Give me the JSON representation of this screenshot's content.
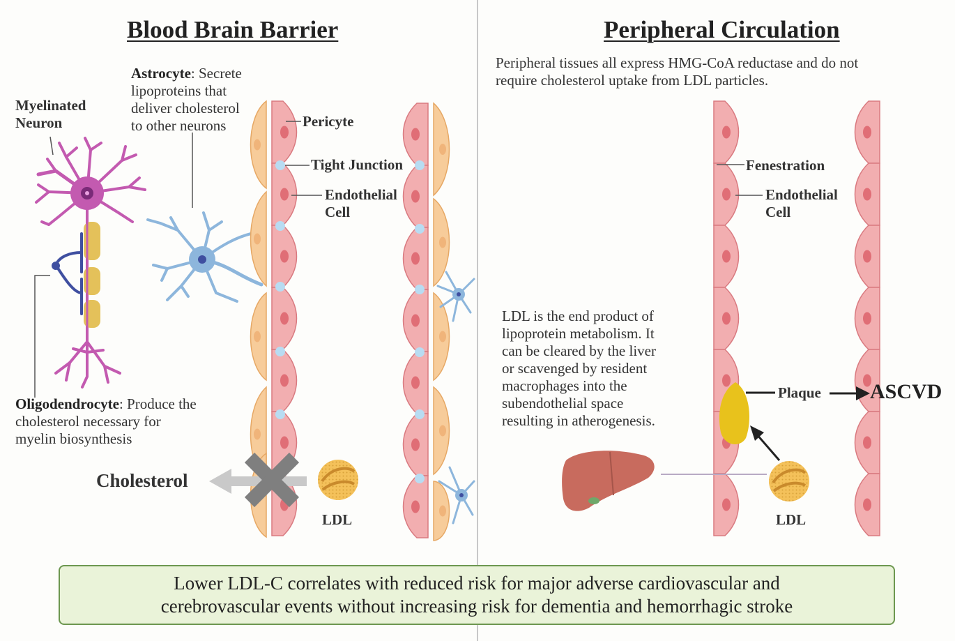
{
  "left_panel": {
    "title": "Blood Brain Barrier",
    "myelinated_neuron": "Myelinated Neuron",
    "astrocyte_term": "Astrocyte",
    "astrocyte_desc_1": ": Secrete",
    "astrocyte_desc_2": "lipoproteins that",
    "astrocyte_desc_3": "deliver cholesterol",
    "astrocyte_desc_4": "to other neurons",
    "pericyte": "Pericyte",
    "tight_junction": "Tight Junction",
    "endothelial_cell_1": "Endothelial",
    "endothelial_cell_2": "Cell",
    "oligodendrocyte_term": "Oligodendrocyte",
    "oligodendrocyte_desc_1": ": Produce the",
    "oligodendrocyte_desc_2": "cholesterol necessary for",
    "oligodendrocyte_desc_3": "myelin biosynthesis",
    "cholesterol": "Cholesterol",
    "ldl": "LDL"
  },
  "right_panel": {
    "title": "Peripheral Circulation",
    "intro_1": "Peripheral tissues all express HMG-CoA reductase and do not",
    "intro_2": "require cholesterol uptake from LDL particles.",
    "fenestration": "Fenestration",
    "endothelial_cell_1": "Endothelial",
    "endothelial_cell_2": "Cell",
    "ldl_desc": [
      "LDL is the end product of",
      "lipoprotein metabolism. It",
      "can be cleared by the liver",
      "or scavenged by resident",
      "macrophages into the",
      "subendothelial space",
      "resulting in atherogenesis."
    ],
    "plaque": "Plaque",
    "ascvd": "ASCVD",
    "ldl": "LDL"
  },
  "bottom_box": {
    "text_1": "Lower LDL-C correlates with reduced risk for major adverse cardiovascular and",
    "text_2": "cerebrovascular events without increasing risk for dementia and hemorrhagic stroke"
  },
  "colors": {
    "endothelial": "#f2aeb0",
    "endothelial_stroke": "#d97a80",
    "nucleus": "#e06e76",
    "pericyte": "#f7cc9a",
    "junction": "#b8dcf2",
    "neuron": "#c35ab0",
    "astrocyte": "#8db6dc",
    "plaque": "#e8c21c",
    "liver": "#c86b5e",
    "ldl": "#f4c15a",
    "box_fill": "#eaf3d9",
    "box_border": "#6d9750"
  }
}
